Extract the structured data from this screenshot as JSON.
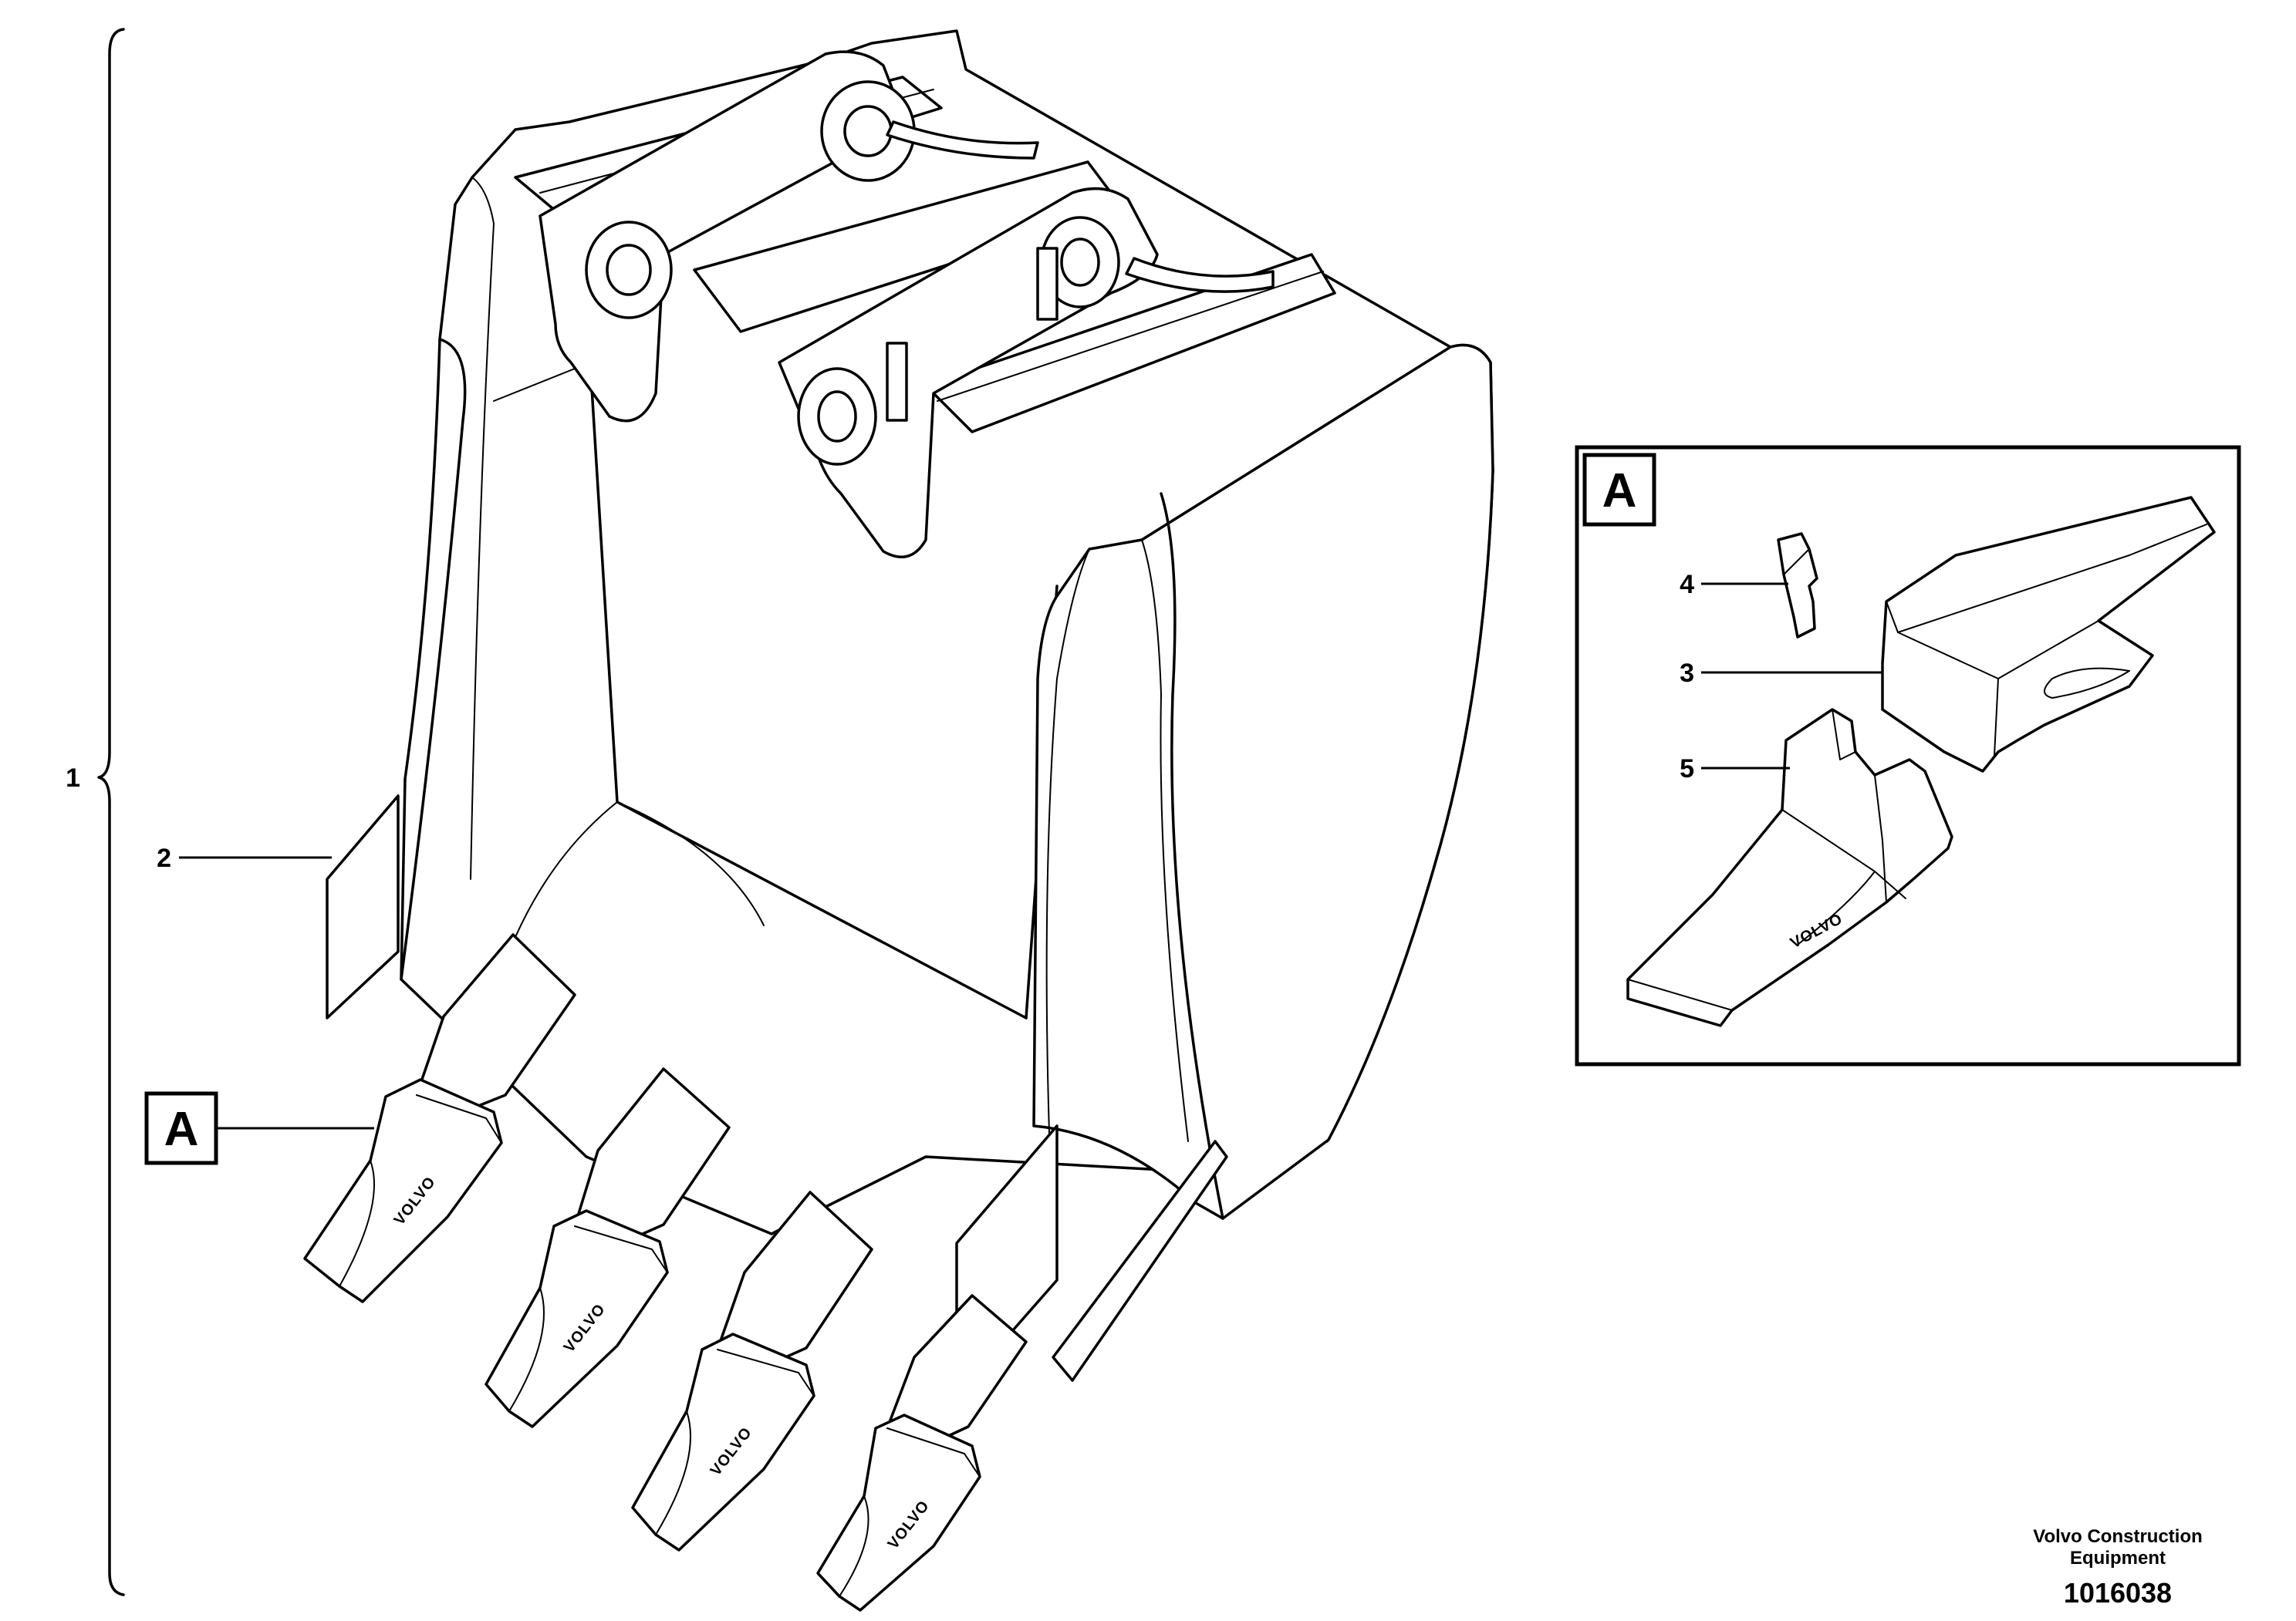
{
  "callouts": {
    "item_1": "1",
    "item_2": "2",
    "item_3": "3",
    "item_4": "4",
    "item_5": "5"
  },
  "detail_view": {
    "label": "A"
  },
  "tooth_marking": "VOLVO",
  "footer": {
    "company_line_1": "Volvo Construction",
    "company_line_2": "Equipment",
    "document_number": "1016038"
  }
}
